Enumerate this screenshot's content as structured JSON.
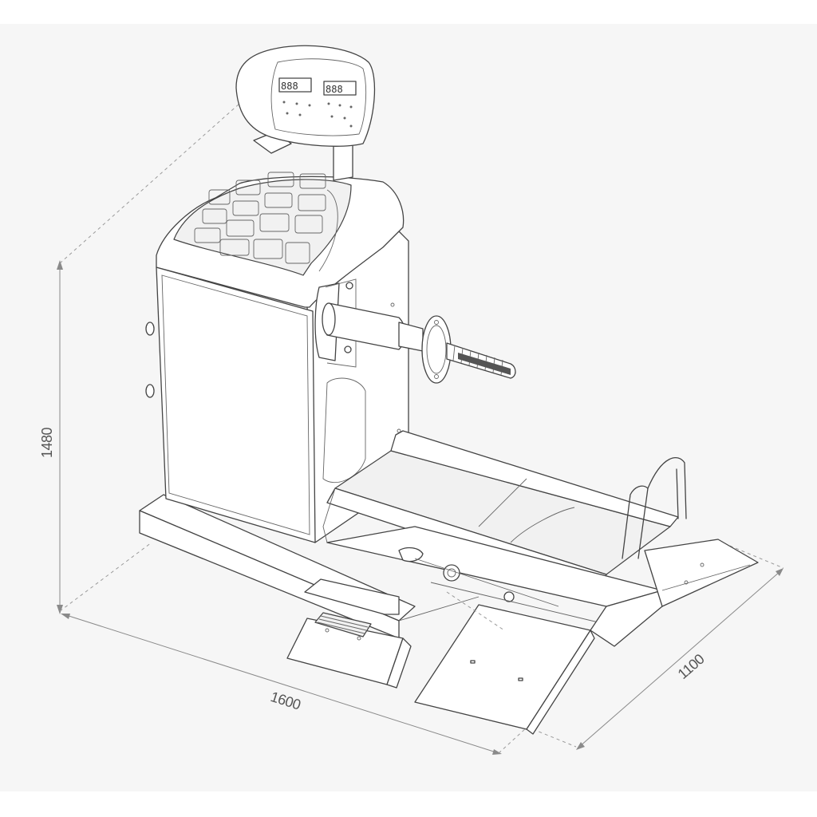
{
  "dimensions": {
    "height": "1480",
    "width": "1600",
    "depth": "1100"
  },
  "display": {
    "left_readout": "888",
    "right_readout": "888"
  },
  "colors": {
    "background": "#f6f6f6",
    "line": "#444444",
    "dimension": "#8a8a8a"
  }
}
